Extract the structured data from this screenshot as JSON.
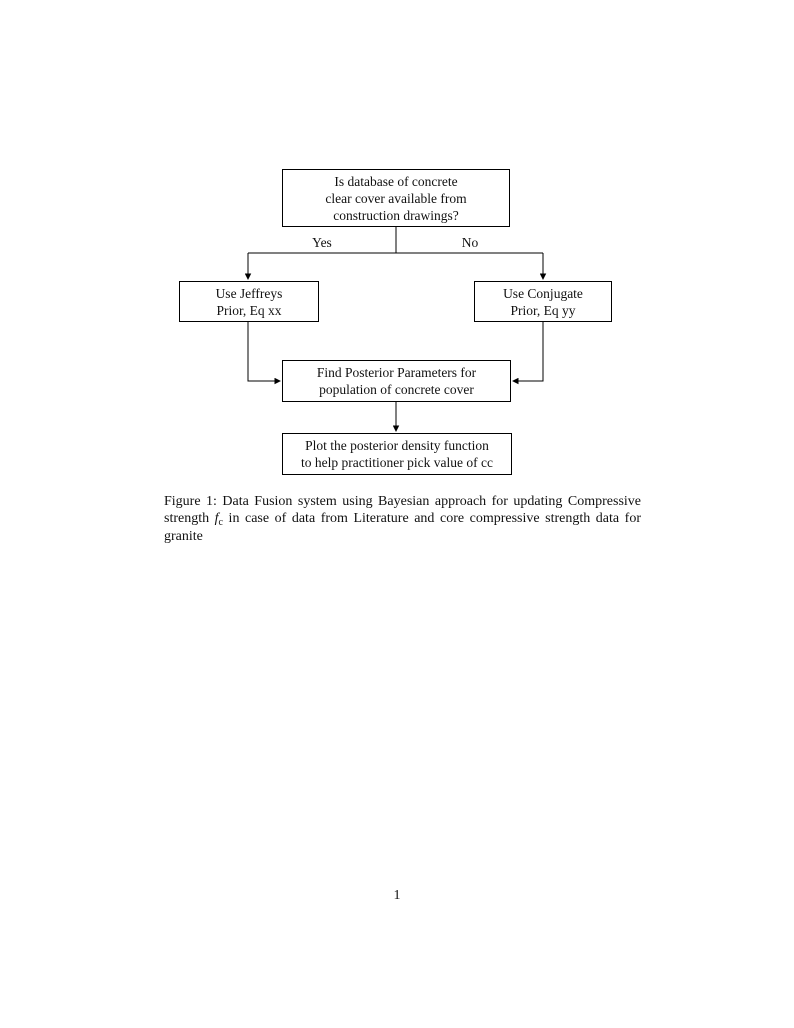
{
  "page": {
    "number": "1",
    "background_color": "#ffffff",
    "ink_color": "#000000"
  },
  "flowchart": {
    "labels": {
      "yes": "Yes",
      "no": "No"
    },
    "boxes": {
      "question": {
        "lines": [
          "Is database of concrete",
          "clear cover available from",
          "construction drawings?"
        ]
      },
      "jeffreys": {
        "lines": [
          "Use Jeffreys",
          "Prior, Eq xx"
        ]
      },
      "conjugate": {
        "lines": [
          "Use Conjugate",
          "Prior, Eq yy"
        ]
      },
      "posterior": {
        "lines": [
          "Find Posterior Parameters for",
          "population of concrete cover"
        ]
      },
      "plot": {
        "lines": [
          "Plot the posterior density function",
          "to help practitioner pick value of cc"
        ]
      }
    }
  },
  "caption": {
    "label": "Figure 1:",
    "part1": " Data Fusion system using Bayesian approach for updating Compressive strength ",
    "math_f": "f",
    "math_sub": "c",
    "part2": " in case of data from Literature and core compressive strength data for granite"
  }
}
